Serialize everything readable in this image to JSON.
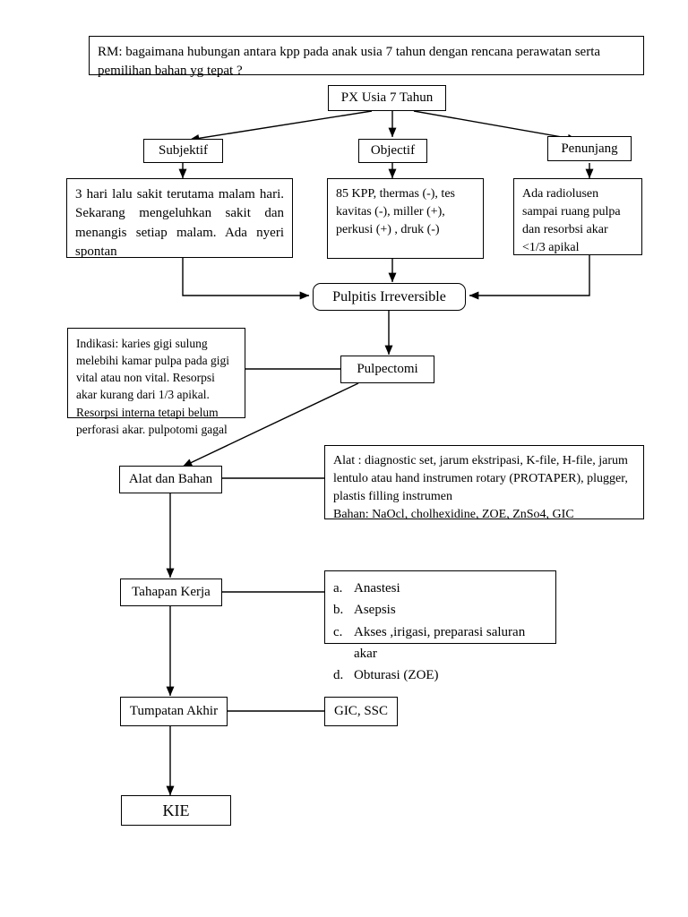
{
  "diagram": {
    "type": "flowchart",
    "title_question": {
      "label": "RM: bagaimana hubungan antara kpp pada anak usia 7 tahun dengan rencana perawatan serta pemilihan bahan yg tepat ?"
    },
    "root": {
      "label": "PX Usia 7 Tahun"
    },
    "branches": [
      {
        "label": "Subjektif"
      },
      {
        "label": "Objectif"
      },
      {
        "label": "Penunjang"
      }
    ],
    "findings": [
      {
        "label": "3 hari lalu sakit terutama malam hari. Sekarang mengeluhkan sakit dan menangis setiap malam. Ada nyeri spontan"
      },
      {
        "label": "85 KPP, thermas (-), tes kavitas (-), miller (+), perkusi (+) , druk (-)"
      },
      {
        "label": "Ada radiolusen sampai ruang pulpa dan resorbsi akar <1/3 apikal"
      }
    ],
    "diagnosis": {
      "label": "Pulpitis Irreversible"
    },
    "treatment": {
      "label": "Pulpectomi"
    },
    "indication": {
      "label": "Indikasi:  karies gigi sulung melebihi kamar pulpa pada gigi vital atau non vital. Resorpsi akar kurang dari 1/3 apikal. Resorpsi interna tetapi belum perforasi akar. pulpotomi gagal"
    },
    "tools_node": {
      "label": "Alat dan Bahan"
    },
    "tools_detail": {
      "line1": "Alat : diagnostic set, jarum ekstripasi, K-file, H-file, jarum lentulo atau hand instrumen rotary (PROTAPER), plugger, plastis filling instrumen",
      "line2": "Bahan: NaOcl, cholhexidine, ZOE, ZnSo4, GIC"
    },
    "steps_node": {
      "label": "Tahapan Kerja"
    },
    "steps_list": [
      {
        "marker": "a.",
        "label": "Anastesi"
      },
      {
        "marker": "b.",
        "label": "Asepsis"
      },
      {
        "marker": "c.",
        "label": "Akses ,irigasi, preparasi saluran akar"
      },
      {
        "marker": "d.",
        "label": "Obturasi (ZOE)"
      }
    ],
    "final_restoration_node": {
      "label": "Tumpatan Akhir"
    },
    "final_restoration_detail": {
      "label": "GIC, SSC"
    },
    "education_node": {
      "label": "KIE"
    },
    "colors": {
      "stroke": "#000000",
      "background": "#ffffff",
      "text": "#000000"
    }
  }
}
